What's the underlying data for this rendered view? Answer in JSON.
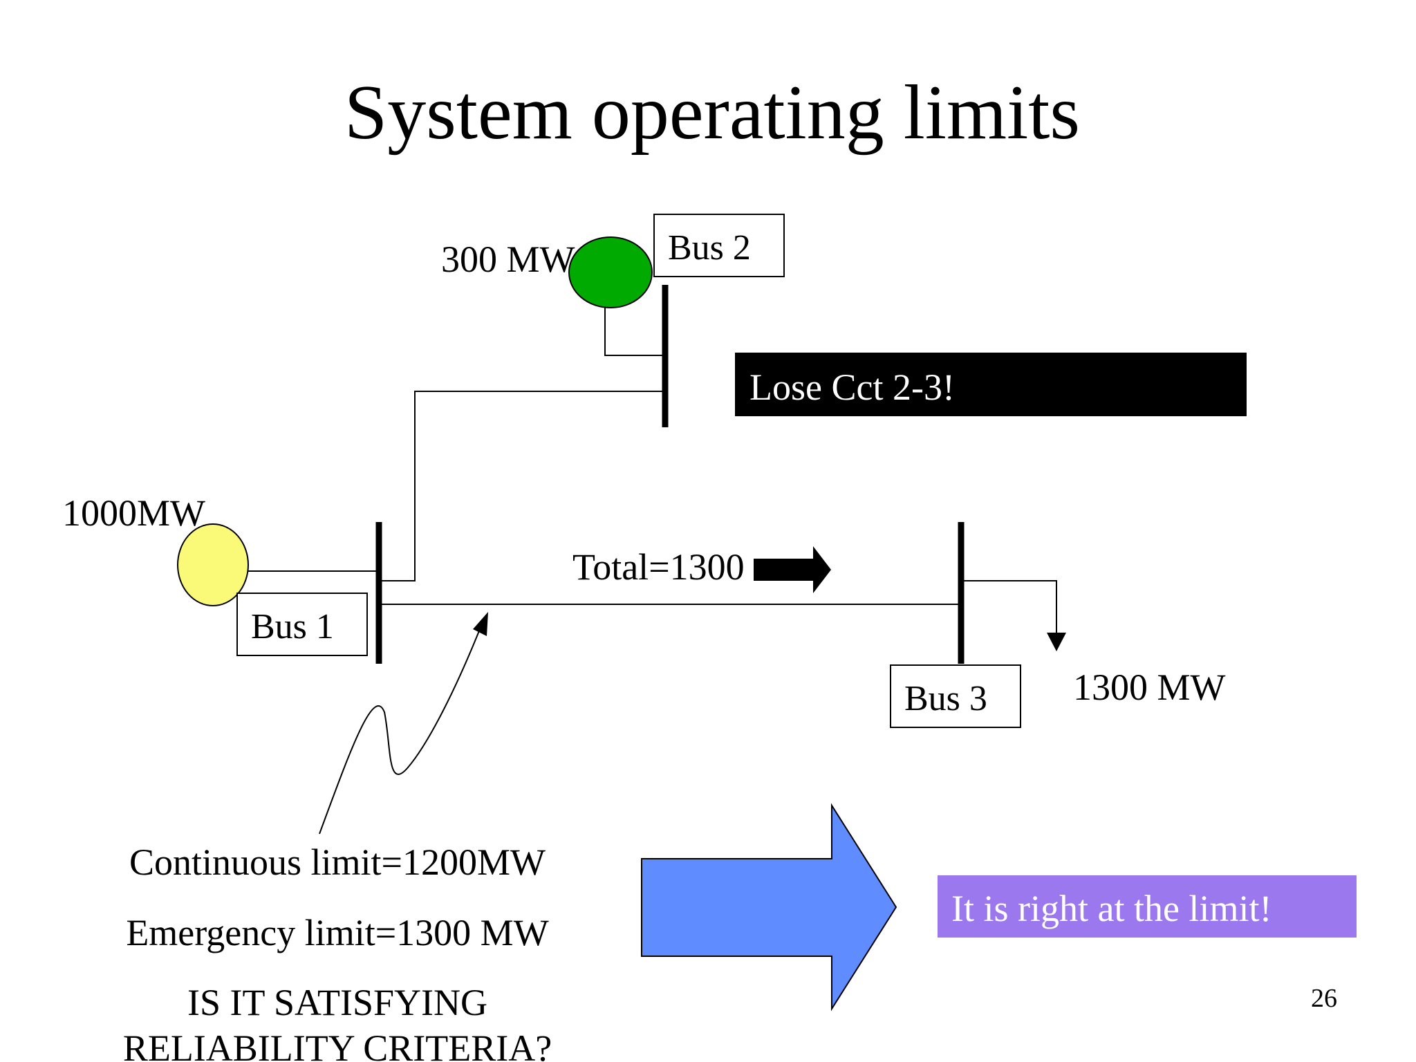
{
  "title": "System operating limits",
  "page_number": "26",
  "buses": {
    "bus1": "Bus 1",
    "bus2": "Bus 2",
    "bus3": "Bus 3"
  },
  "generators": {
    "gen1_output": "1000MW",
    "gen2_output": "300 MW",
    "gen1_color": "#fafa78",
    "gen2_color": "#00aa00"
  },
  "flow": {
    "total_label": "Total=1300"
  },
  "load": {
    "value": "1300 MW"
  },
  "contingency": {
    "text": "Lose Cct 2-3!",
    "bg_color": "#000000"
  },
  "limits": {
    "continuous": "Continuous limit=1200MW",
    "emergency": "Emergency limit=1300 MW"
  },
  "question": {
    "line1": "IS IT SATISFYING",
    "line2": "RELIABILITY CRITERIA?"
  },
  "conclusion": {
    "text": "It is right at the limit!",
    "bg_color": "#9b78ee",
    "arrow_color": "#5f8cff"
  }
}
